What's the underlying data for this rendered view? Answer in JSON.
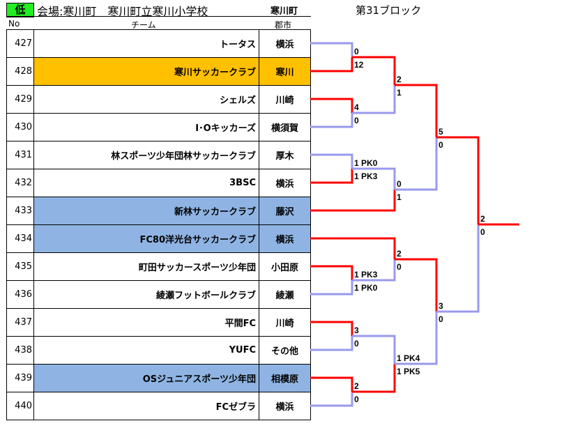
{
  "header": {
    "level": "低",
    "venue": "会場:寒川町　寒川町立寒川小学校",
    "city": "寒川町",
    "block": "第31ブロック"
  },
  "columns": {
    "no": "No",
    "team": "チーム",
    "city": "郡市"
  },
  "teams": [
    {
      "no": "427",
      "name": "トータス",
      "city": "横浜",
      "hl": ""
    },
    {
      "no": "428",
      "name": "寒川サッカークラブ",
      "city": "寒川",
      "hl": "orange"
    },
    {
      "no": "429",
      "name": "シェルズ",
      "city": "川崎",
      "hl": ""
    },
    {
      "no": "430",
      "name": "I･Oキッカーズ",
      "city": "横須賀",
      "hl": ""
    },
    {
      "no": "431",
      "name": "林スポーツ少年団林サッカークラブ",
      "city": "厚木",
      "hl": ""
    },
    {
      "no": "432",
      "name": "3BSC",
      "city": "横浜",
      "hl": ""
    },
    {
      "no": "433",
      "name": "新林サッカークラブ",
      "city": "藤沢",
      "hl": "blue"
    },
    {
      "no": "434",
      "name": "FC80洋光台サッカークラブ",
      "city": "横浜",
      "hl": "blue"
    },
    {
      "no": "435",
      "name": "町田サッカースポーツ少年団",
      "city": "小田原",
      "hl": ""
    },
    {
      "no": "436",
      "name": "綾瀬フットボールクラブ",
      "city": "綾瀬",
      "hl": ""
    },
    {
      "no": "437",
      "name": "平間FC",
      "city": "川崎",
      "hl": ""
    },
    {
      "no": "438",
      "name": "YUFC",
      "city": "その他",
      "hl": ""
    },
    {
      "no": "439",
      "name": "OSジュニアスポーツ少年団",
      "city": "相模原",
      "hl": "blue"
    },
    {
      "no": "440",
      "name": "FCゼブラ",
      "city": "横浜",
      "hl": ""
    }
  ],
  "colors": {
    "winner": "#ff0000",
    "loser": "#9999ee",
    "orange": "#ffc000",
    "blue": "#8fb4e3"
  },
  "matches": [
    {
      "id": "m1",
      "a": "t0",
      "b": "t1",
      "top": "0",
      "bottom": "12",
      "winner": "bottom"
    },
    {
      "id": "m2",
      "a": "t2",
      "b": "t3",
      "top": "4",
      "bottom": "0",
      "winner": "top"
    },
    {
      "id": "m3",
      "a": "t4",
      "b": "t5",
      "top": "1 PK0",
      "bottom": "1 PK3",
      "winner": "bottom"
    },
    {
      "id": "m4",
      "a": "t8",
      "b": "t9",
      "top": "1 PK3",
      "bottom": "1 PK0",
      "winner": "top"
    },
    {
      "id": "m5",
      "a": "t10",
      "b": "t11",
      "top": "3",
      "bottom": "0",
      "winner": "top"
    },
    {
      "id": "m6",
      "a": "t12",
      "b": "t13",
      "top": "2",
      "bottom": "0",
      "winner": "top"
    },
    {
      "id": "m7",
      "a": "m1",
      "b": "m2",
      "top": "2",
      "bottom": "1",
      "winner": "top"
    },
    {
      "id": "m8",
      "a": "m3",
      "b": "t6",
      "top": "0",
      "bottom": "1",
      "winner": "bottom"
    },
    {
      "id": "m9",
      "a": "t7",
      "b": "m4",
      "top": "2",
      "bottom": "0",
      "winner": "top"
    },
    {
      "id": "m10",
      "a": "m5",
      "b": "m6",
      "top": "1 PK4",
      "bottom": "1 PK5",
      "winner": "bottom"
    },
    {
      "id": "m11",
      "a": "m7",
      "b": "m8",
      "top": "5",
      "bottom": "0",
      "winner": "top"
    },
    {
      "id": "m12",
      "a": "m9",
      "b": "m10",
      "top": "3",
      "bottom": "0",
      "winner": "top"
    },
    {
      "id": "m13",
      "a": "m11",
      "b": "m12",
      "top": "2",
      "bottom": "0",
      "winner": "top"
    }
  ]
}
